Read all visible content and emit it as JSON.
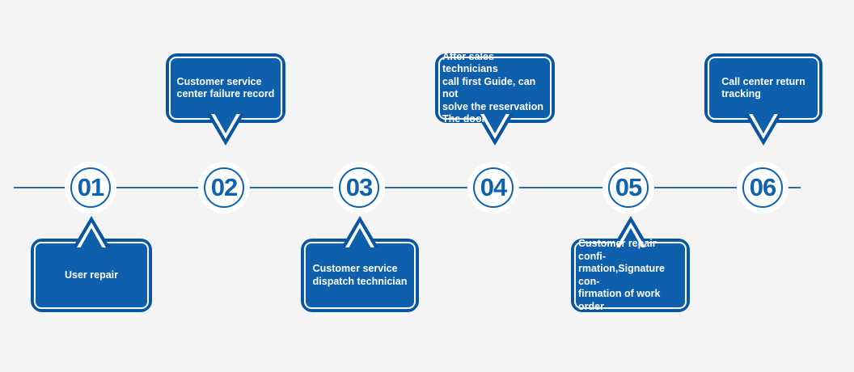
{
  "palette": {
    "background": "#f4f4f5",
    "bubble_fill": "#0e60ad",
    "bubble_border": "#0a55a0",
    "bubble_inner_line": "#ffffff",
    "accent_blue": "#0f62ae",
    "line_blue": "#2b6ab4",
    "text_white": "#ffffff"
  },
  "timeline": {
    "steps": [
      {
        "number": "01",
        "position": "below",
        "label": "User repair"
      },
      {
        "number": "02",
        "position": "above",
        "label": "Customer service\ncenter failure record"
      },
      {
        "number": "03",
        "position": "below",
        "label": "Customer service\ndispatch technician"
      },
      {
        "number": "04",
        "position": "above",
        "label": "After sales technicians\ncall first Guide, can not\nsolve the reservation\nThe door"
      },
      {
        "number": "05",
        "position": "below",
        "label": "Customer repair confi-\nrmation,Signature con-\nfirmation of work order"
      },
      {
        "number": "06",
        "position": "above",
        "label": "Call center return\ntracking"
      }
    ]
  }
}
